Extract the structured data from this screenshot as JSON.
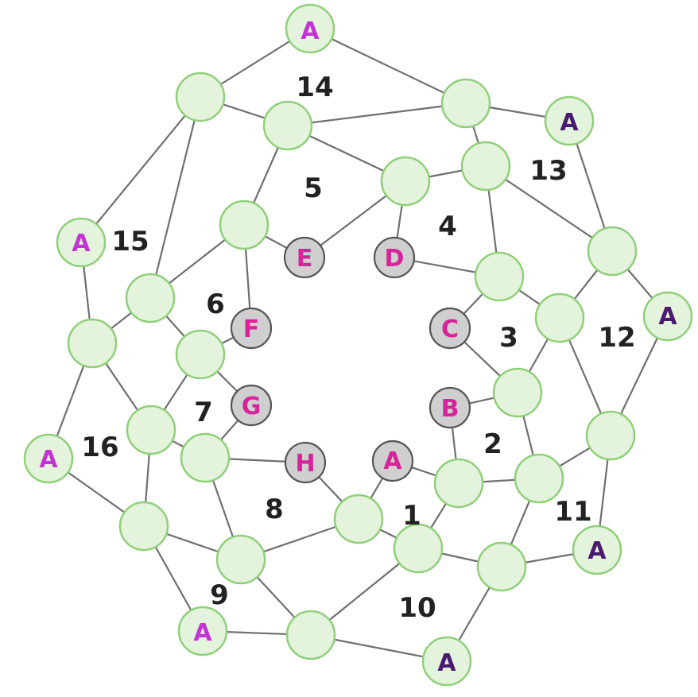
{
  "diagram": {
    "inner_labels": [
      "A",
      "B",
      "C",
      "D",
      "E",
      "F",
      "G",
      "H"
    ],
    "outer_label": "A",
    "face_numbers": [
      "1",
      "2",
      "3",
      "4",
      "5",
      "6",
      "7",
      "8",
      "9",
      "10",
      "11",
      "12",
      "13",
      "14",
      "15",
      "16"
    ],
    "colors": {
      "node_fill": "#e4f4dc",
      "node_stroke": "#8fcf7a",
      "inner_fill": "#cfcfcf",
      "inner_text": "#d6249a",
      "outer_text_magenta": "#c433d6",
      "outer_text_purple": "#4a1a6e",
      "edge": "#6f6f6f",
      "number_text": "#222222"
    }
  }
}
